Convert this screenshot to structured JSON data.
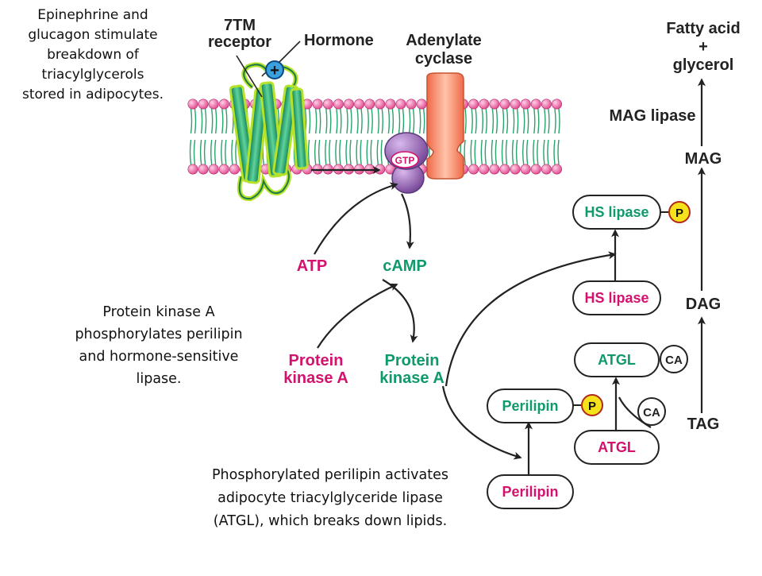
{
  "captions": {
    "top": "Epinephrine and\nglucagon stimulate\nbreakdown of\ntriacylglycerols\nstored in adipocytes.",
    "middle": "Protein kinase A\nphosphorylates perilipin\nand hormone-sensitive\nlipase.",
    "bottom": "Phosphorylated perilipin activates\nadipocyte triacylglyceride lipase\n(ATGL), which breaks down lipids."
  },
  "labels": {
    "receptor_line1": "7TM",
    "receptor_line2": "receptor",
    "hormone": "Hormone",
    "plus": "+",
    "adenylate_line1": "Adenylate",
    "adenylate_line2": "cyclase",
    "gtp": "GTP",
    "atp": "ATP",
    "camp": "cAMP",
    "pka_inactive_line1": "Protein",
    "pka_inactive_line2": "kinase A",
    "pka_active_line1": "Protein",
    "pka_active_line2": "kinase A",
    "hs_lipase_active": "HS lipase",
    "hs_lipase_inactive": "HS lipase",
    "phospho_p1": "P",
    "phospho_p2": "P",
    "atgl_active": "ATGL",
    "atgl_inactive": "ATGL",
    "ca1": "CA",
    "ca2": "CA",
    "perilipin_active": "Perilipin",
    "perilipin_inactive": "Perilipin",
    "fatty_acid_line1": "Fatty acid",
    "fatty_acid_line2": "+",
    "fatty_acid_line3": "glycerol",
    "mag_lipase": "MAG lipase",
    "mag": "MAG",
    "dag": "DAG",
    "tag": "TAG"
  },
  "colors": {
    "magenta": "#d5116e",
    "green": "#0e9a6a",
    "dark": "#222222",
    "phosphate_fill": "#f5e21a",
    "phosphate_stroke": "#b02a1a",
    "lipid_head": "#ec6aa8",
    "lipid_tail": "#2aa36a",
    "receptor": "#1ea06a",
    "receptor_outline": "#b7e22a",
    "cyclase": "#f3906a",
    "gprotein": "#9a6ab8",
    "plus_fill": "#3aa0e0"
  }
}
